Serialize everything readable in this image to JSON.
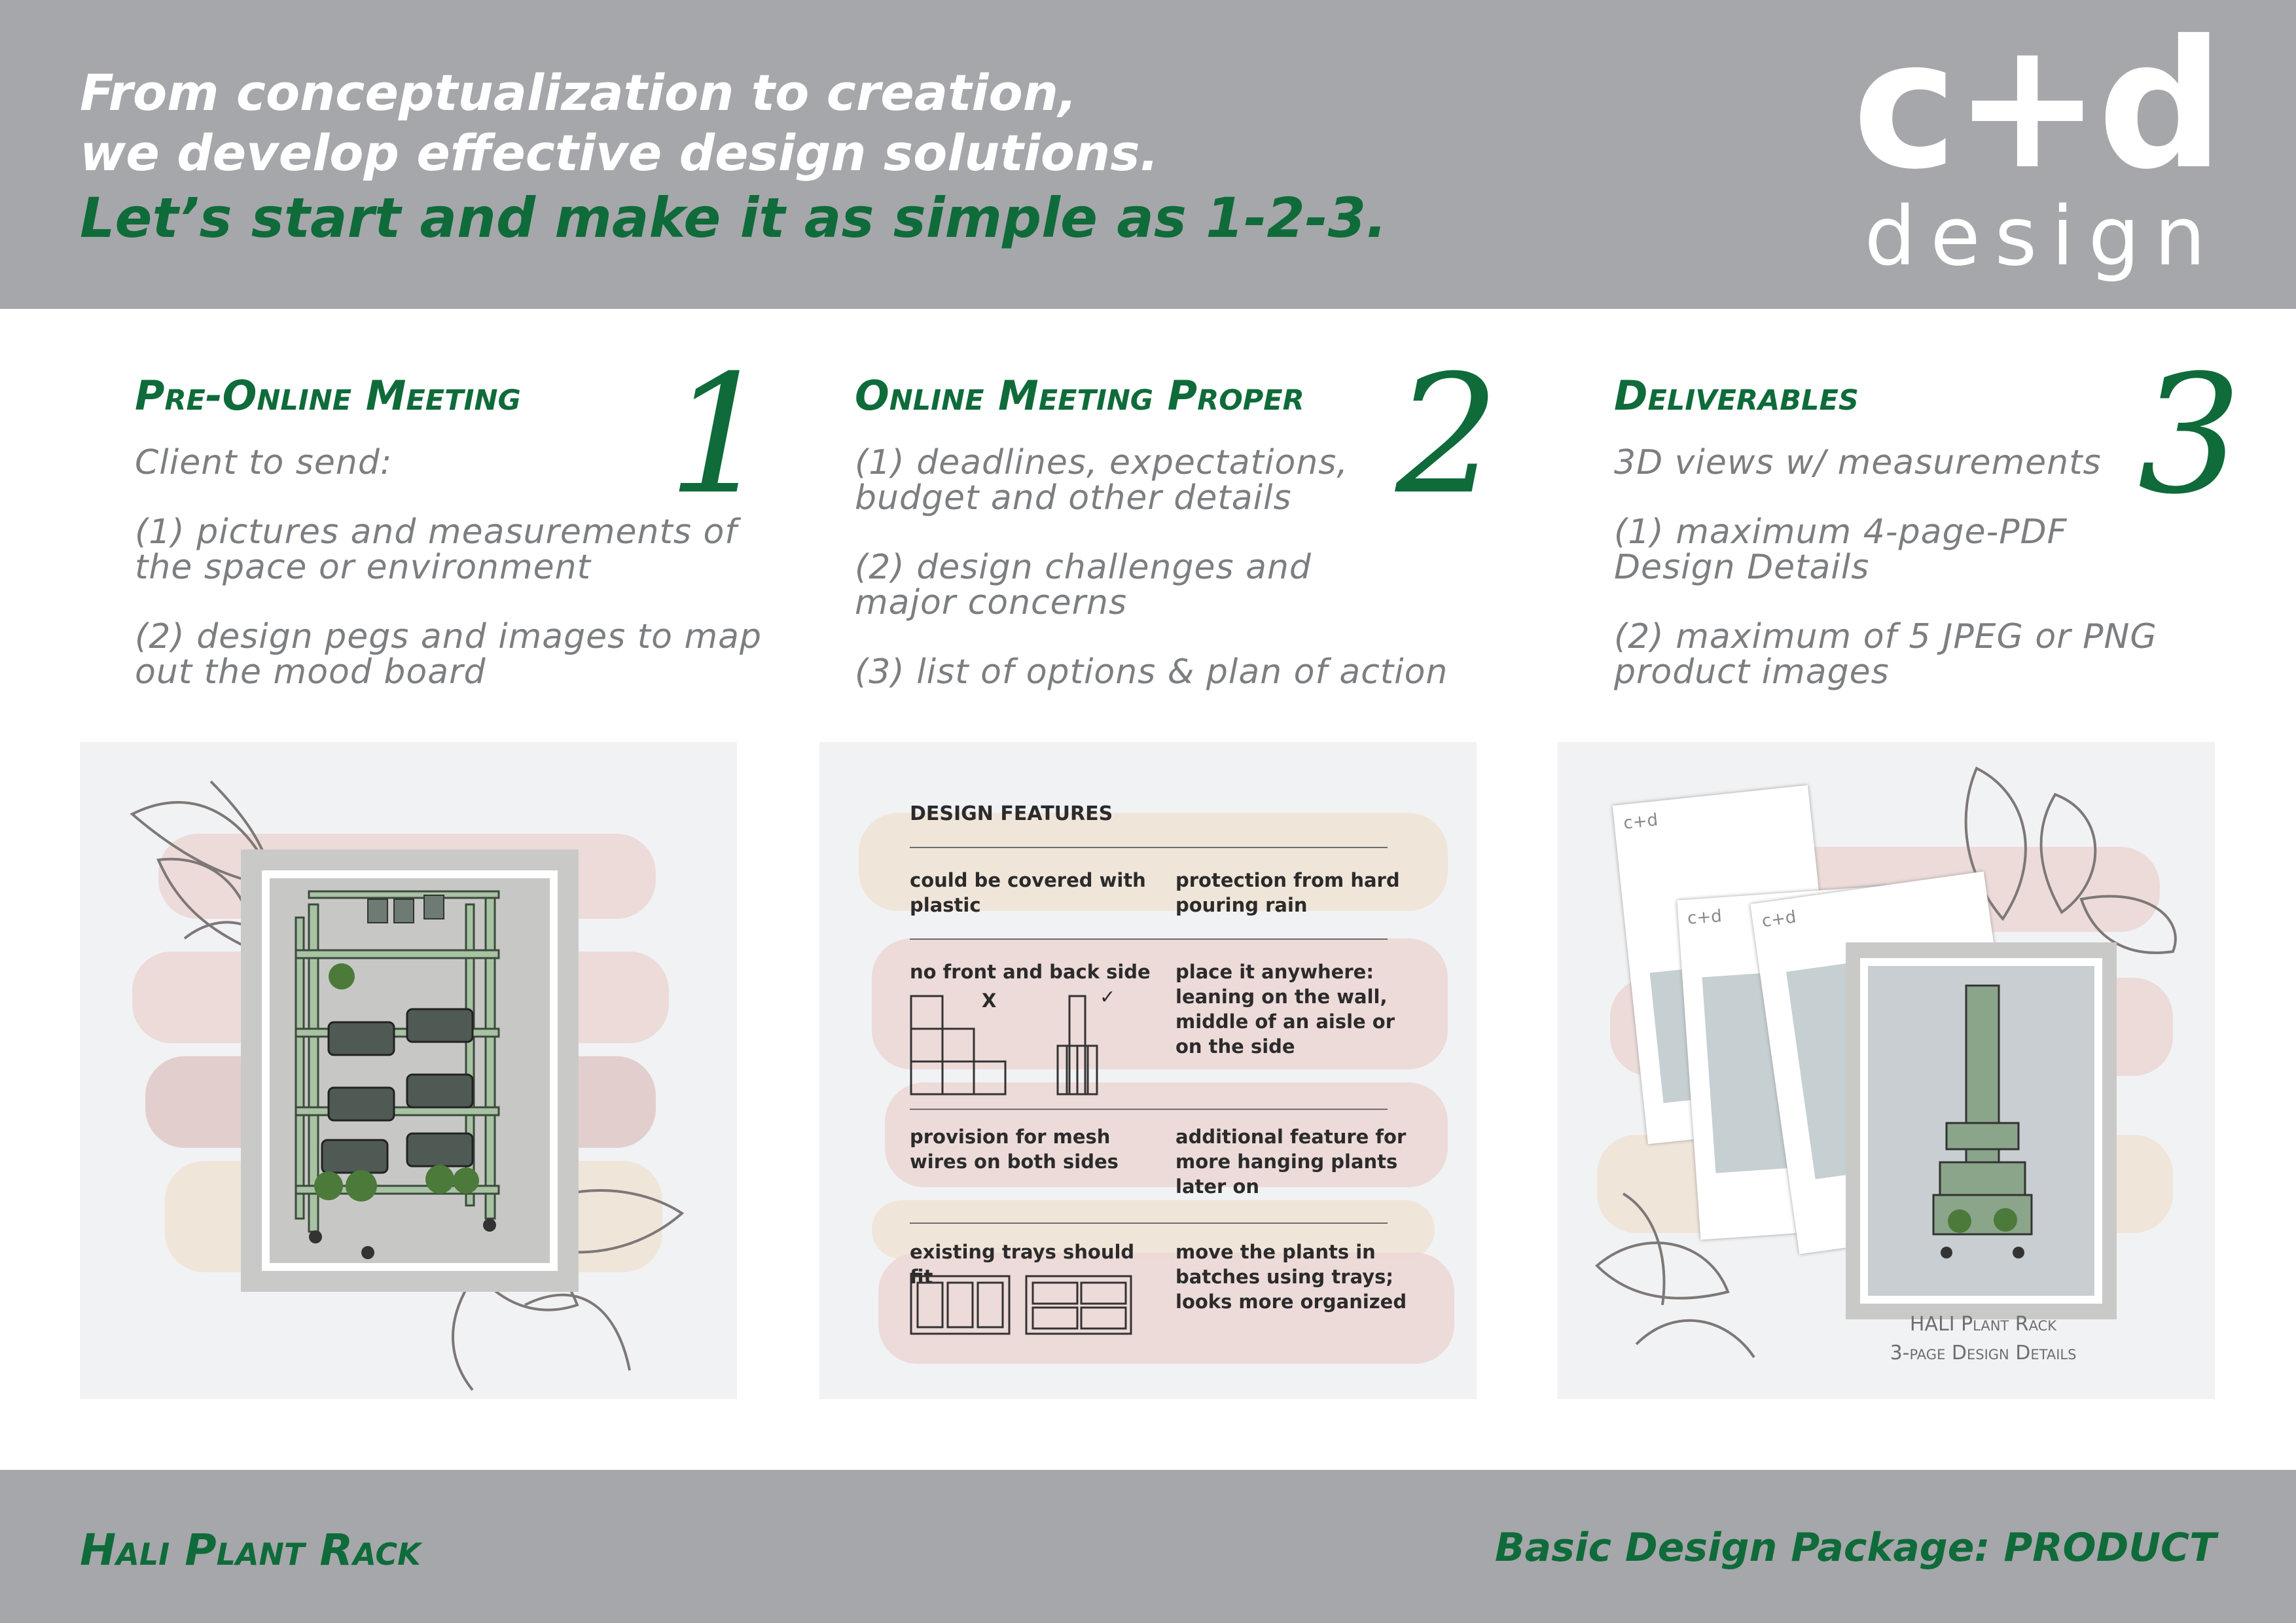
{
  "header": {
    "tagline_line1": "From conceptualization to creation,",
    "tagline_line2": "we develop effective design solutions.",
    "tagline_line3": "Let’s start and make it as simple as 1-2-3.",
    "logo_top": "c+d",
    "logo_bottom": "design"
  },
  "steps": [
    {
      "number": "1",
      "title": "Pre-Online Meeting",
      "lines": [
        "Client to send:",
        "(1) pictures and measurements of the space or environment",
        "(2) design pegs and images to map out the mood board"
      ]
    },
    {
      "number": "2",
      "title": "Online Meeting Proper",
      "lines": [
        "(1) deadlines, expectations, budget and other details",
        "(2) design challenges and major concerns",
        "(3) list of options & plan of action"
      ]
    },
    {
      "number": "3",
      "title": "Deliverables",
      "lines": [
        "3D views w/ measurements",
        "(1) maximum 4-page-PDF Design Details",
        "(2) maximum of 5 JPEG or PNG product images"
      ]
    }
  ],
  "design_features": {
    "title": "DESIGN FEATURES",
    "rows": [
      {
        "left": "could be covered with plastic",
        "right": "protection from hard pouring rain"
      },
      {
        "left": "no front and back side",
        "right": "place it anywhere: leaning on the wall, middle of an aisle or on the side"
      },
      {
        "left": "provision for mesh wires on both sides",
        "right": "additional feature for more hanging plants later on"
      },
      {
        "left": "existing trays should fit",
        "right": "move the plants in batches using trays; looks more organized"
      }
    ],
    "mark_x": "X",
    "mark_check": "✓"
  },
  "deliverables_panel": {
    "page_logo": "c+d",
    "caption_line1": "HALI Plant Rack",
    "caption_line2": "3-page Design Details"
  },
  "footer": {
    "left": "Hali Plant Rack",
    "right": "Basic Design Package: PRODUCT"
  },
  "colors": {
    "header_gray": "#a6a7aa",
    "brand_green": "#0f6b3a",
    "body_gray": "#7c7e81",
    "rack_green": "#a8c3a4"
  }
}
